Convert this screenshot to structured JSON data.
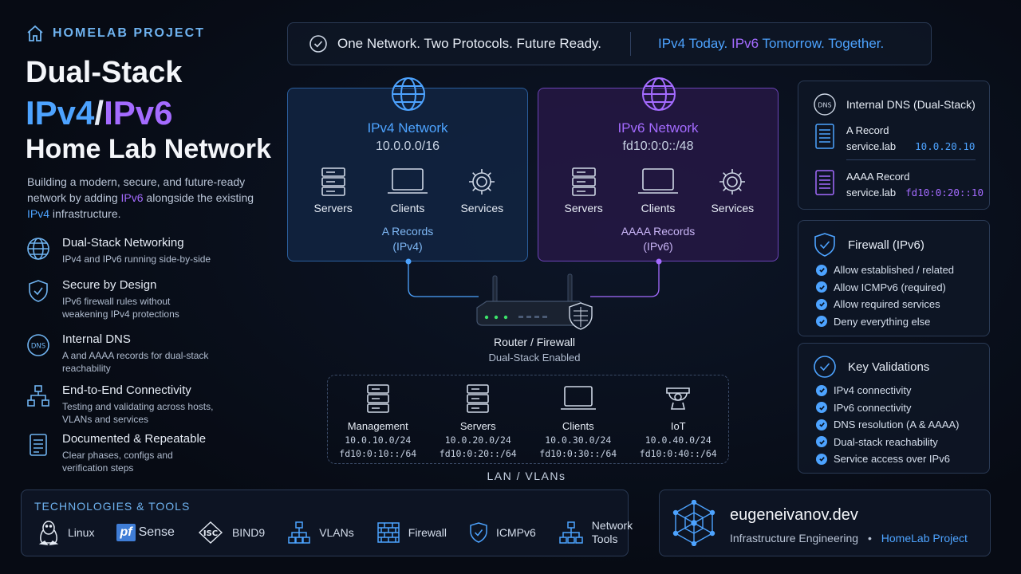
{
  "brand": {
    "label": "HOMELAB PROJECT"
  },
  "title": {
    "line1": "Dual-Stack",
    "ipv4": "IPv4",
    "slash": "/",
    "ipv6": "IPv6",
    "line3": "Home Lab Network"
  },
  "intro": {
    "before": "Building a modern, secure, and future-ready network by adding ",
    "highlight1": "IPv6",
    "middle": " alongside the existing ",
    "highlight2": "IPv4",
    "after": " infrastructure."
  },
  "features": [
    {
      "title": "Dual-Stack Networking",
      "desc": "IPv4 and IPv6 running side-by-side",
      "icon": "globe-icon"
    },
    {
      "title": "Secure by Design",
      "desc": "IPv6 firewall rules without weakening IPv4 protections",
      "icon": "shield-icon"
    },
    {
      "title": "Internal DNS",
      "desc": "A and AAAA records for dual-stack reachability",
      "icon": "dns-icon"
    },
    {
      "title": "End-to-End Connectivity",
      "desc": "Testing and validating across hosts, VLANs and services",
      "icon": "network-icon"
    },
    {
      "title": "Documented & Repeatable",
      "desc": "Clear phases, configs and verification steps",
      "icon": "document-icon"
    }
  ],
  "banner": {
    "tagline": "One Network. Two Protocols. Future Ready.",
    "ipv4_today": "IPv4 Today.",
    "ipv6": "IPv6",
    "tomorrow": "Tomorrow. Together."
  },
  "ipv4_network": {
    "name": "IPv4 Network",
    "cidr": "10.0.0.0/16",
    "items": [
      "Servers",
      "Clients",
      "Services"
    ],
    "records_line1": "A Records",
    "records_line2": "(IPv4)"
  },
  "ipv6_network": {
    "name": "IPv6 Network",
    "cidr": "fd10:0:0::/48",
    "items": [
      "Servers",
      "Clients",
      "Services"
    ],
    "records_line1": "AAAA Records",
    "records_line2": "(IPv6)"
  },
  "router": {
    "label": "Router / Firewall",
    "sublabel": "Dual-Stack Enabled"
  },
  "lan": {
    "label": "LAN / VLANs",
    "vlans": [
      {
        "name": "Management",
        "v4": "10.0.10.0/24",
        "v6": "fd10:0:10::/64",
        "icon": "server-icon"
      },
      {
        "name": "Servers",
        "v4": "10.0.20.0/24",
        "v6": "fd10:0:20::/64",
        "icon": "server-icon"
      },
      {
        "name": "Clients",
        "v4": "10.0.30.0/24",
        "v6": "fd10:0:30::/64",
        "icon": "laptop-icon"
      },
      {
        "name": "IoT",
        "v4": "10.0.40.0/24",
        "v6": "fd10:0:40::/64",
        "icon": "camera-icon"
      }
    ]
  },
  "dns": {
    "badge": "DNS",
    "title": "Internal DNS (Dual-Stack)",
    "a_label": "A Record",
    "a_host": "service.lab",
    "a_value": "10.0.20.10",
    "aaaa_label": "AAAA Record",
    "aaaa_host": "service.lab",
    "aaaa_value": "fd10:0:20::10"
  },
  "firewall": {
    "title": "Firewall (IPv6)",
    "rules": [
      "Allow established / related",
      "Allow ICMPv6 (required)",
      "Allow required services",
      "Deny everything else"
    ]
  },
  "validations": {
    "title": "Key Validations",
    "items": [
      "IPv4 connectivity",
      "IPv6 connectivity",
      "DNS resolution (A & AAAA)",
      "Dual-stack reachability",
      "Service access over IPv6"
    ]
  },
  "tech": {
    "title": "TECHNOLOGIES & TOOLS",
    "tools": {
      "linux": "Linux",
      "pf": "pf",
      "sense": "Sense",
      "isc": "ISC",
      "bind": "BIND9",
      "vlans": "VLANs",
      "firewall": "Firewall",
      "icmp": "ICMPv6",
      "nettools1": "Network",
      "nettools2": "Tools"
    }
  },
  "footer_brand": {
    "name": "eugeneivanov.dev",
    "sub1": "Infrastructure Engineering",
    "bullet": "•",
    "sub2": "HomeLab Project"
  },
  "colors": {
    "ipv4": "#4da3ff",
    "ipv6": "#a46bff",
    "background": "#070b14"
  }
}
